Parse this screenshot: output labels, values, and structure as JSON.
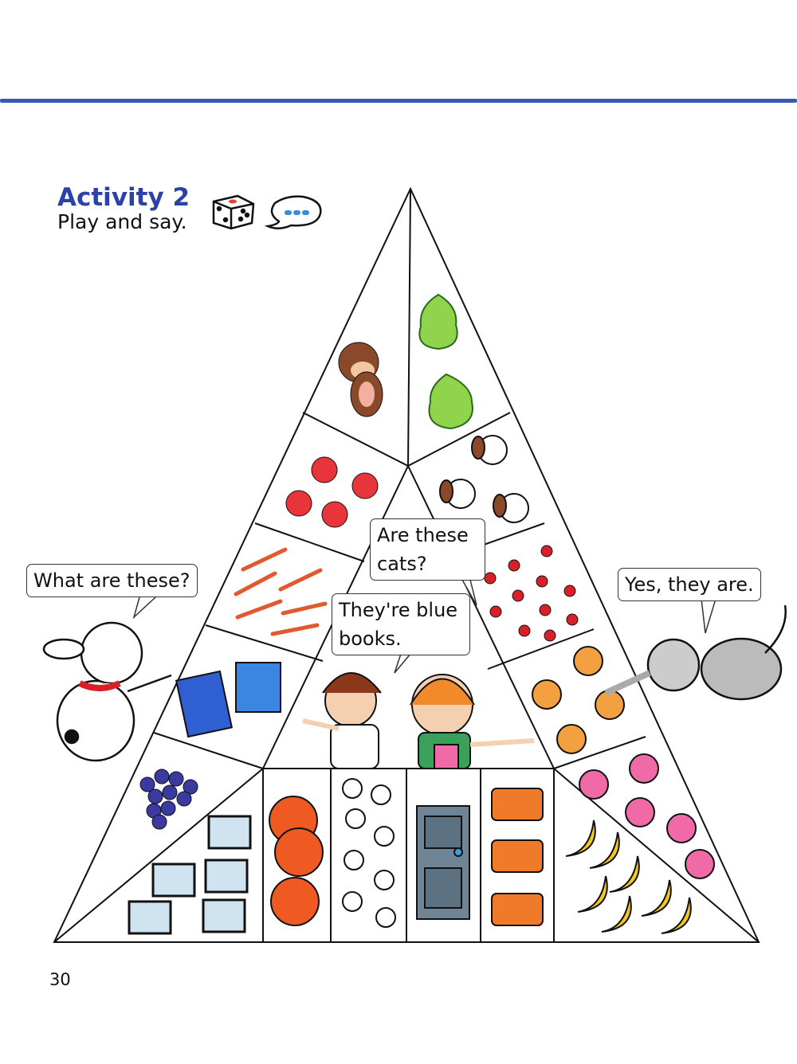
{
  "header": {
    "activity_title": "Activity 2",
    "instruction": "Play and say.",
    "icons": [
      "dice-icon",
      "speech-bubble-icon"
    ]
  },
  "bubbles": {
    "dog": "What are these?",
    "girl": "Are these cats?",
    "boy": "They're blue books.",
    "cat": "Yes, they are."
  },
  "pyramid_items": [
    "monkey",
    "pears",
    "strawberries",
    "dogs",
    "pencils",
    "cherries",
    "books",
    "cats",
    "grapes",
    "windows",
    "oranges",
    "baseballs",
    "door",
    "bread",
    "clocks",
    "bananas"
  ],
  "page_number": "30",
  "colors": {
    "accent": "#2b43a8",
    "rule": "#3a58b8"
  }
}
